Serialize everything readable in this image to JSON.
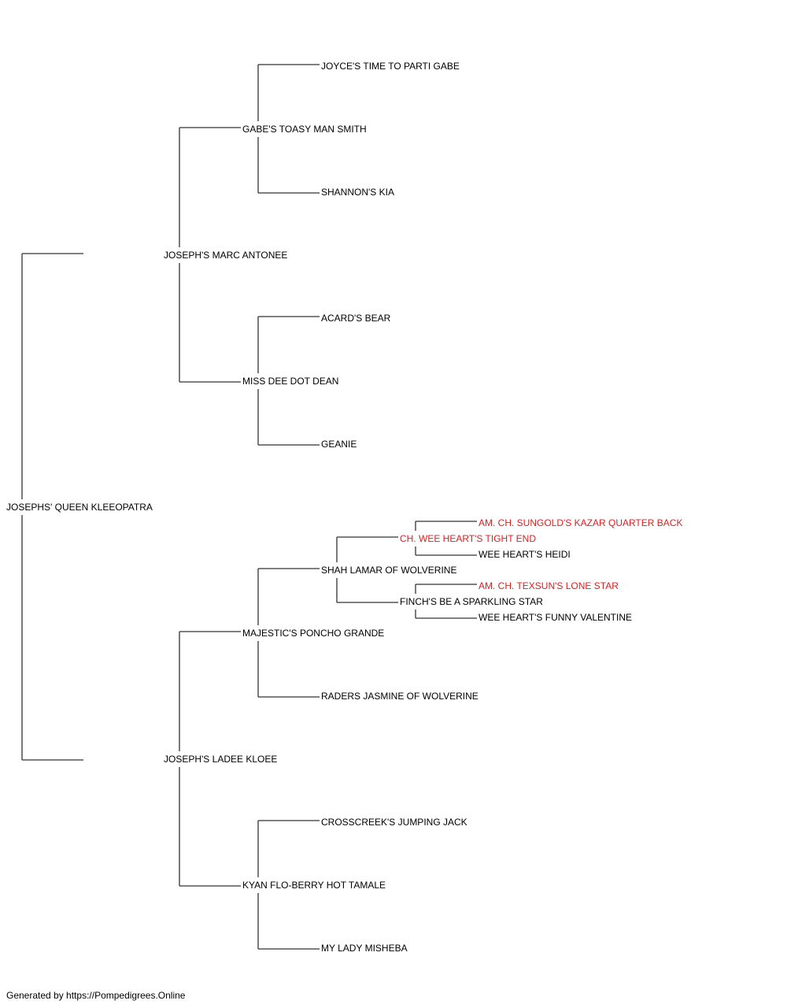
{
  "colors": {
    "text": "#000000",
    "champion": "#e31c1c",
    "line": "#333333"
  },
  "pedigree": {
    "name": "JOSEPHS' QUEEN KLEEOPATRA",
    "sire": {
      "name": "JOSEPH'S MARC ANTONEE",
      "sire": {
        "name": "GABE'S TOASY MAN SMITH",
        "sire": {
          "name": "JOYCE'S TIME TO PARTI GABE"
        },
        "dam": {
          "name": "SHANNON'S KIA"
        }
      },
      "dam": {
        "name": "MISS DEE DOT DEAN",
        "sire": {
          "name": "ACARD'S BEAR"
        },
        "dam": {
          "name": "GEANIE"
        }
      }
    },
    "dam": {
      "name": "JOSEPH'S LADEE KLOEE",
      "sire": {
        "name": "MAJESTIC'S PONCHO GRANDE",
        "sire": {
          "name": "SHAH LAMAR OF WOLVERINE",
          "sire": {
            "name": "CH. WEE HEART'S TIGHT END",
            "champion": true,
            "sire": {
              "name": "AM. CH. SUNGOLD'S KAZAR QUARTER BACK",
              "champion": true
            },
            "dam": {
              "name": "WEE HEART'S HEIDI"
            }
          },
          "dam": {
            "name": "FINCH'S BE A SPARKLING STAR",
            "sire": {
              "name": "AM. CH. TEXSUN'S LONE STAR",
              "champion": true
            },
            "dam": {
              "name": "WEE HEART'S FUNNY VALENTINE"
            }
          }
        },
        "dam": {
          "name": "RADERS JASMINE OF WOLVERINE"
        }
      },
      "dam": {
        "name": "KYAN FLO-BERRY HOT TAMALE",
        "sire": {
          "name": "CROSSCREEK'S JUMPING JACK"
        },
        "dam": {
          "name": "MY LADY MISHEBA"
        }
      }
    }
  },
  "footer": "Generated by https://Pompedigrees.Online"
}
